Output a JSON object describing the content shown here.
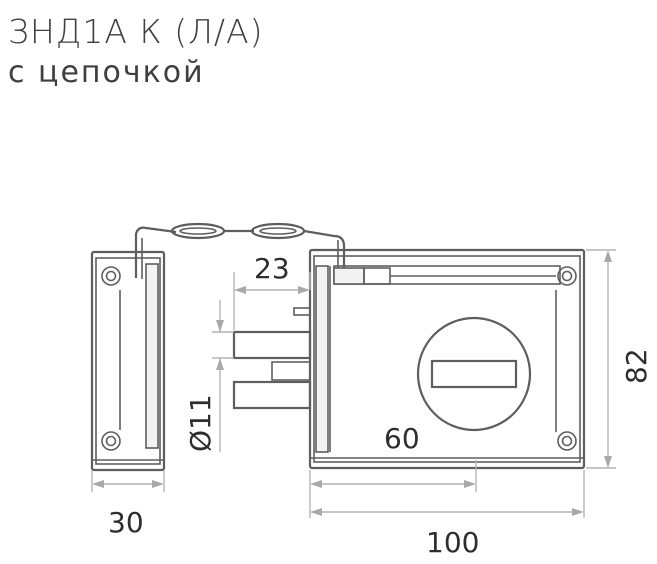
{
  "title": "ЗНД1А К (Л/А)",
  "subtitle": "с цепочкой",
  "dimensions": {
    "chain_offset": "23",
    "pin_diameter": "Ø11",
    "plate_width": "30",
    "bolt_travel": "60",
    "body_length": "100",
    "body_height": "82"
  },
  "colors": {
    "outline": "#5e5e5e",
    "dimension_line": "#b3b3b3",
    "text": "#2e2e2e"
  }
}
